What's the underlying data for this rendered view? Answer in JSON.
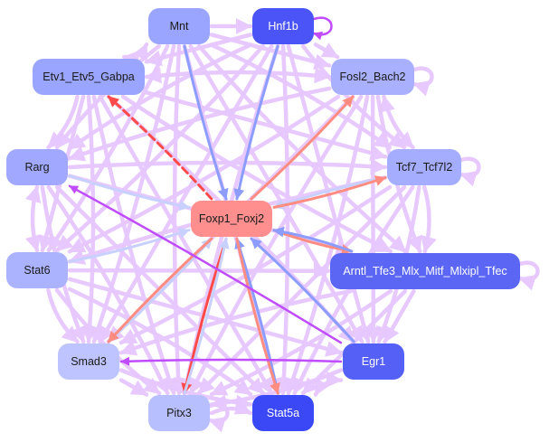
{
  "diagram": {
    "type": "directed-network",
    "colors": {
      "edge_default": "#e6c7ff",
      "edge_purple": "#c04cff",
      "edge_red": "#ff4a4a",
      "edge_salmon": "#ff8c80",
      "edge_blue": "#8c9cff",
      "edge_lightblue": "#c8d0ff"
    },
    "nodes": [
      {
        "id": "Mnt",
        "label": "Mnt",
        "fill": "#9aa5ff",
        "text": "#1a1a1a"
      },
      {
        "id": "Hnf1b",
        "label": "Hnf1b",
        "fill": "#4b55f7",
        "text": "#ffffff"
      },
      {
        "id": "Etv1_Etv5_Gabpa",
        "label": "Etv1_Etv5_Gabpa",
        "fill": "#9aa5ff",
        "text": "#1a1a1a"
      },
      {
        "id": "Fosl2_Bach2",
        "label": "Fosl2_Bach2",
        "fill": "#a9b1ff",
        "text": "#1a1a1a"
      },
      {
        "id": "Rarg",
        "label": "Rarg",
        "fill": "#a0a9ff",
        "text": "#1a1a1a"
      },
      {
        "id": "Tcf7_Tcf7l2",
        "label": "Tcf7_Tcf7l2",
        "fill": "#a4adff",
        "text": "#1a1a1a"
      },
      {
        "id": "Foxp1_Foxj2",
        "label": "Foxp1_Foxj2",
        "fill": "#ff8f8f",
        "text": "#1a1a1a"
      },
      {
        "id": "Stat6",
        "label": "Stat6",
        "fill": "#abb3ff",
        "text": "#1a1a1a"
      },
      {
        "id": "Arntl_Tfe3_Mlx_Mitf_Mlxipl_Tfec",
        "label": "Arntl_Tfe3_Mlx_Mitf_Mlxipl_Tfec",
        "fill": "#5b66f4",
        "text": "#ffffff"
      },
      {
        "id": "Smad3",
        "label": "Smad3",
        "fill": "#bec4ff",
        "text": "#1a1a1a"
      },
      {
        "id": "Egr1",
        "label": "Egr1",
        "fill": "#5560f6",
        "text": "#ffffff"
      },
      {
        "id": "Pitx3",
        "label": "Pitx3",
        "fill": "#b8bfff",
        "text": "#1a1a1a"
      },
      {
        "id": "Stat5a",
        "label": "Stat5a",
        "fill": "#3b48f5",
        "text": "#ffffff"
      }
    ],
    "edges": [
      {
        "from": "Hnf1b",
        "to": "Hnf1b",
        "color": "edge_purple",
        "kind": "self"
      },
      {
        "from": "Fosl2_Bach2",
        "to": "Fosl2_Bach2",
        "color": "edge_default",
        "kind": "self"
      },
      {
        "from": "Tcf7_Tcf7l2",
        "to": "Tcf7_Tcf7l2",
        "color": "edge_default",
        "kind": "self"
      },
      {
        "from": "Arntl_Tfe3_Mlx_Mitf_Mlxipl_Tfec",
        "to": "Arntl_Tfe3_Mlx_Mitf_Mlxipl_Tfec",
        "color": "edge_default",
        "kind": "self"
      },
      {
        "from": "Pitx3",
        "to": "Pitx3",
        "color": "edge_default",
        "kind": "self"
      },
      {
        "from": "Mnt",
        "to": "Hnf1b",
        "color": "edge_default"
      },
      {
        "from": "Foxp1_Foxj2",
        "to": "Etv1_Etv5_Gabpa",
        "color": "edge_red",
        "dashed": true
      },
      {
        "from": "Foxp1_Foxj2",
        "to": "Fosl2_Bach2",
        "color": "edge_salmon"
      },
      {
        "from": "Mnt",
        "to": "Foxp1_Foxj2",
        "color": "edge_blue"
      },
      {
        "from": "Hnf1b",
        "to": "Foxp1_Foxj2",
        "color": "edge_blue"
      },
      {
        "from": "Tcf7_Tcf7l2",
        "to": "Foxp1_Foxj2",
        "color": "edge_lightblue"
      },
      {
        "from": "Foxp1_Foxj2",
        "to": "Tcf7_Tcf7l2",
        "color": "edge_salmon"
      },
      {
        "from": "Rarg",
        "to": "Foxp1_Foxj2",
        "color": "edge_lightblue"
      },
      {
        "from": "Stat6",
        "to": "Foxp1_Foxj2",
        "color": "edge_lightblue"
      },
      {
        "from": "Foxp1_Foxj2",
        "to": "Arntl_Tfe3_Mlx_Mitf_Mlxipl_Tfec",
        "color": "edge_salmon"
      },
      {
        "from": "Arntl_Tfe3_Mlx_Mitf_Mlxipl_Tfec",
        "to": "Foxp1_Foxj2",
        "color": "edge_blue"
      },
      {
        "from": "Egr1",
        "to": "Foxp1_Foxj2",
        "color": "edge_blue"
      },
      {
        "from": "Stat5a",
        "to": "Foxp1_Foxj2",
        "color": "edge_blue"
      },
      {
        "from": "Foxp1_Foxj2",
        "to": "Stat5a",
        "color": "edge_salmon"
      },
      {
        "from": "Foxp1_Foxj2",
        "to": "Pitx3",
        "color": "edge_red"
      },
      {
        "from": "Pitx3",
        "to": "Foxp1_Foxj2",
        "color": "edge_lightblue"
      },
      {
        "from": "Smad3",
        "to": "Foxp1_Foxj2",
        "color": "edge_lightblue"
      },
      {
        "from": "Foxp1_Foxj2",
        "to": "Smad3",
        "color": "edge_salmon"
      },
      {
        "from": "Egr1",
        "to": "Rarg",
        "color": "edge_purple"
      },
      {
        "from": "Egr1",
        "to": "Smad3",
        "color": "edge_purple"
      },
      {
        "from": "Rarg",
        "to": "Stat6",
        "color": "edge_default",
        "bidir": true
      },
      {
        "from": "Mnt",
        "to": "Etv1_Etv5_Gabpa",
        "color": "edge_default",
        "bidir": true
      },
      {
        "from": "Hnf1b",
        "to": "Fosl2_Bach2",
        "color": "edge_default"
      },
      {
        "from": "Fosl2_Bach2",
        "to": "Tcf7_Tcf7l2",
        "color": "edge_default",
        "bidir": true
      },
      {
        "from": "Tcf7_Tcf7l2",
        "to": "Arntl_Tfe3_Mlx_Mitf_Mlxipl_Tfec",
        "color": "edge_default"
      },
      {
        "from": "Arntl_Tfe3_Mlx_Mitf_Mlxipl_Tfec",
        "to": "Egr1",
        "color": "edge_default"
      },
      {
        "from": "Egr1",
        "to": "Stat5a",
        "color": "edge_default",
        "bidir": true
      },
      {
        "from": "Pitx3",
        "to": "Stat5a",
        "color": "edge_default"
      },
      {
        "from": "Smad3",
        "to": "Pitx3",
        "color": "edge_default"
      },
      {
        "from": "Stat6",
        "to": "Smad3",
        "color": "edge_default"
      },
      {
        "from": "Etv1_Etv5_Gabpa",
        "to": "Rarg",
        "color": "edge_default"
      },
      {
        "from": "Mnt",
        "to": "Stat5a",
        "color": "edge_default"
      },
      {
        "from": "Mnt",
        "to": "Pitx3",
        "color": "edge_default"
      },
      {
        "from": "Mnt",
        "to": "Smad3",
        "color": "edge_default"
      },
      {
        "from": "Mnt",
        "to": "Egr1",
        "color": "edge_default"
      },
      {
        "from": "Mnt",
        "to": "Arntl_Tfe3_Mlx_Mitf_Mlxipl_Tfec",
        "color": "edge_default"
      },
      {
        "from": "Mnt",
        "to": "Tcf7_Tcf7l2",
        "color": "edge_default"
      },
      {
        "from": "Mnt",
        "to": "Fosl2_Bach2",
        "color": "edge_default"
      },
      {
        "from": "Mnt",
        "to": "Rarg",
        "color": "edge_default"
      },
      {
        "from": "Mnt",
        "to": "Stat6",
        "color": "edge_default"
      },
      {
        "from": "Hnf1b",
        "to": "Etv1_Etv5_Gabpa",
        "color": "edge_default"
      },
      {
        "from": "Hnf1b",
        "to": "Rarg",
        "color": "edge_default"
      },
      {
        "from": "Hnf1b",
        "to": "Stat6",
        "color": "edge_default"
      },
      {
        "from": "Hnf1b",
        "to": "Smad3",
        "color": "edge_default"
      },
      {
        "from": "Hnf1b",
        "to": "Pitx3",
        "color": "edge_default"
      },
      {
        "from": "Hnf1b",
        "to": "Stat5a",
        "color": "edge_default"
      },
      {
        "from": "Hnf1b",
        "to": "Egr1",
        "color": "edge_default"
      },
      {
        "from": "Hnf1b",
        "to": "Tcf7_Tcf7l2",
        "color": "edge_default"
      },
      {
        "from": "Etv1_Etv5_Gabpa",
        "to": "Fosl2_Bach2",
        "color": "edge_default",
        "bidir": true
      },
      {
        "from": "Etv1_Etv5_Gabpa",
        "to": "Tcf7_Tcf7l2",
        "color": "edge_default"
      },
      {
        "from": "Etv1_Etv5_Gabpa",
        "to": "Arntl_Tfe3_Mlx_Mitf_Mlxipl_Tfec",
        "color": "edge_default"
      },
      {
        "from": "Etv1_Etv5_Gabpa",
        "to": "Egr1",
        "color": "edge_default"
      },
      {
        "from": "Etv1_Etv5_Gabpa",
        "to": "Stat5a",
        "color": "edge_default"
      },
      {
        "from": "Etv1_Etv5_Gabpa",
        "to": "Pitx3",
        "color": "edge_default"
      },
      {
        "from": "Etv1_Etv5_Gabpa",
        "to": "Smad3",
        "color": "edge_default"
      },
      {
        "from": "Etv1_Etv5_Gabpa",
        "to": "Stat6",
        "color": "edge_default"
      },
      {
        "from": "Fosl2_Bach2",
        "to": "Rarg",
        "color": "edge_default"
      },
      {
        "from": "Fosl2_Bach2",
        "to": "Stat6",
        "color": "edge_default"
      },
      {
        "from": "Fosl2_Bach2",
        "to": "Smad3",
        "color": "edge_default"
      },
      {
        "from": "Fosl2_Bach2",
        "to": "Pitx3",
        "color": "edge_default"
      },
      {
        "from": "Fosl2_Bach2",
        "to": "Stat5a",
        "color": "edge_default"
      },
      {
        "from": "Fosl2_Bach2",
        "to": "Egr1",
        "color": "edge_default"
      },
      {
        "from": "Fosl2_Bach2",
        "to": "Arntl_Tfe3_Mlx_Mitf_Mlxipl_Tfec",
        "color": "edge_default"
      },
      {
        "from": "Rarg",
        "to": "Tcf7_Tcf7l2",
        "color": "edge_default"
      },
      {
        "from": "Rarg",
        "to": "Arntl_Tfe3_Mlx_Mitf_Mlxipl_Tfec",
        "color": "edge_default"
      },
      {
        "from": "Rarg",
        "to": "Smad3",
        "color": "edge_default"
      },
      {
        "from": "Rarg",
        "to": "Pitx3",
        "color": "edge_default"
      },
      {
        "from": "Rarg",
        "to": "Stat5a",
        "color": "edge_default"
      },
      {
        "from": "Tcf7_Tcf7l2",
        "to": "Stat6",
        "color": "edge_default"
      },
      {
        "from": "Tcf7_Tcf7l2",
        "to": "Smad3",
        "color": "edge_default"
      },
      {
        "from": "Tcf7_Tcf7l2",
        "to": "Pitx3",
        "color": "edge_default"
      },
      {
        "from": "Tcf7_Tcf7l2",
        "to": "Stat5a",
        "color": "edge_default"
      },
      {
        "from": "Tcf7_Tcf7l2",
        "to": "Egr1",
        "color": "edge_default"
      },
      {
        "from": "Stat6",
        "to": "Arntl_Tfe3_Mlx_Mitf_Mlxipl_Tfec",
        "color": "edge_default"
      },
      {
        "from": "Stat6",
        "to": "Pitx3",
        "color": "edge_default"
      },
      {
        "from": "Stat6",
        "to": "Stat5a",
        "color": "edge_default"
      },
      {
        "from": "Stat6",
        "to": "Egr1",
        "color": "edge_default"
      },
      {
        "from": "Arntl_Tfe3_Mlx_Mitf_Mlxipl_Tfec",
        "to": "Smad3",
        "color": "edge_default"
      },
      {
        "from": "Arntl_Tfe3_Mlx_Mitf_Mlxipl_Tfec",
        "to": "Pitx3",
        "color": "edge_default"
      },
      {
        "from": "Arntl_Tfe3_Mlx_Mitf_Mlxipl_Tfec",
        "to": "Stat5a",
        "color": "edge_default"
      },
      {
        "from": "Smad3",
        "to": "Stat5a",
        "color": "edge_default"
      },
      {
        "from": "Egr1",
        "to": "Pitx3",
        "color": "edge_default"
      }
    ]
  }
}
